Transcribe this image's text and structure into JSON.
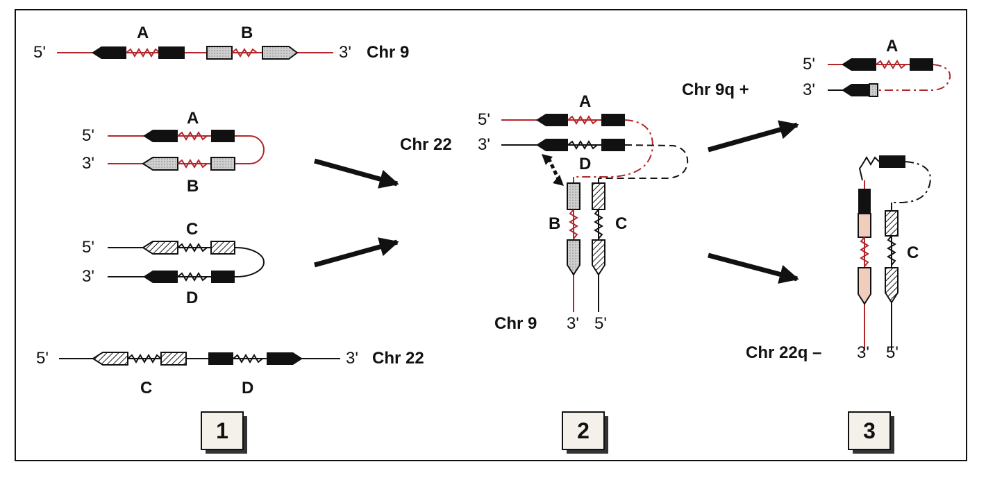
{
  "colors": {
    "red_strand": "#b3262a",
    "black_strand": "#111111",
    "gray_box": "#c9c9c9",
    "pink_box": "#f1cdbd",
    "panel_box": "#f4f0ea"
  },
  "panel1": {
    "chr9": {
      "five": "5'",
      "three": "3'",
      "name": "Chr 9",
      "labels": [
        "A",
        "B"
      ]
    },
    "hairpin_ab": {
      "five": "5'",
      "three": "3'",
      "top": "A",
      "bottom": "B"
    },
    "hairpin_cd": {
      "five": "5'",
      "three": "3'",
      "top": "C",
      "bottom": "D"
    },
    "chr22": {
      "five": "5'",
      "three": "3'",
      "name": "Chr 22",
      "labels": [
        "C",
        "D"
      ]
    },
    "number": "1"
  },
  "panel2": {
    "five": "5'",
    "three": "3'",
    "chr22": "Chr 22",
    "a": "A",
    "d": "D",
    "b": "B",
    "c": "C",
    "chr9": "Chr 9",
    "chr9_three": "3'",
    "chr9_five": "5'",
    "number": "2"
  },
  "panel3": {
    "five": "5'",
    "three": "3'",
    "a": "A",
    "chr9q": "Chr 9q +",
    "c": "C",
    "chr22q": "Chr 22q –",
    "bottom_three": "3'",
    "bottom_five": "5'",
    "number": "3"
  }
}
